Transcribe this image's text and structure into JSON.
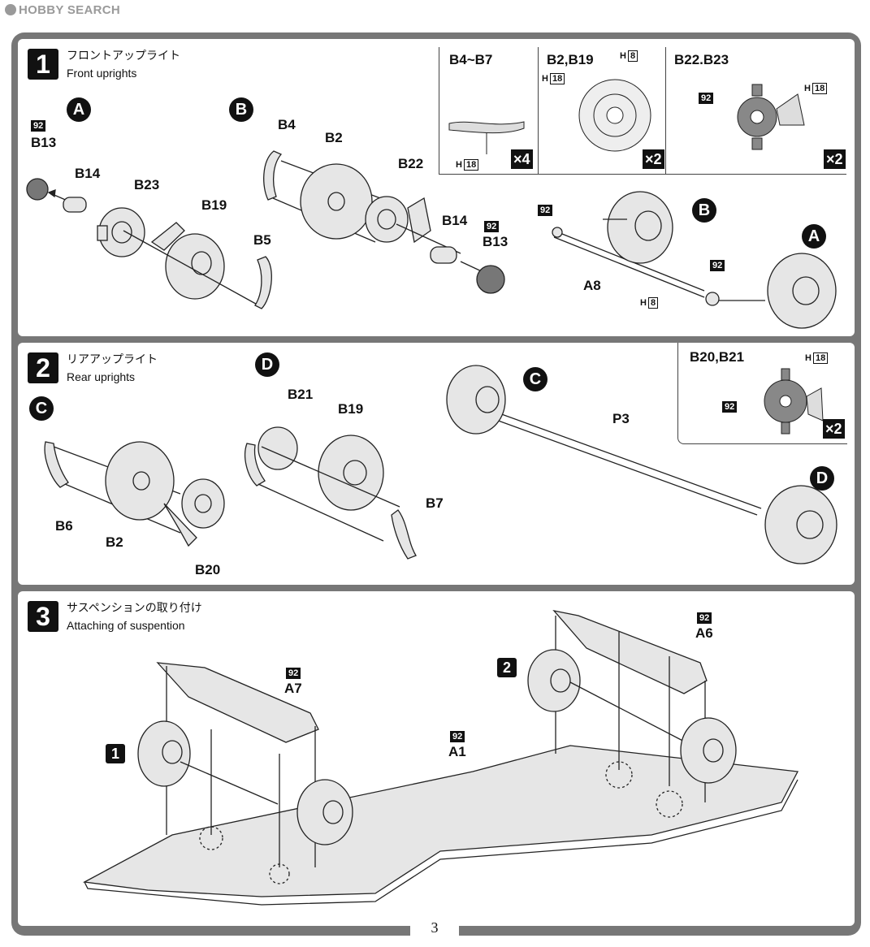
{
  "watermark": "HOBBY SEARCH",
  "page_number": "3",
  "step1": {
    "number": "1",
    "title_jp": "フロントアップライト",
    "title_en": "Front uprights",
    "subassemblies": [
      "A",
      "B"
    ],
    "labels": {
      "b13": "B13",
      "b14": "B14",
      "b23": "B23",
      "b19": "B19",
      "b5": "B5",
      "b4": "B4",
      "b2": "B2",
      "b22": "B22",
      "a8": "A8"
    },
    "paint": "92",
    "hcode_8": "8",
    "hcode_18": "18",
    "detail_b4b7": {
      "title": "B4~B7",
      "h": "18",
      "qty": "×4"
    },
    "detail_b2b19": {
      "title": "B2,B19",
      "h_top": "8",
      "h_left": "18",
      "qty": "×2"
    },
    "detail_b22b23": {
      "title": "B22.B23",
      "paint": "92",
      "h": "18",
      "qty": "×2"
    }
  },
  "step2": {
    "number": "2",
    "title_jp": "リアアップライト",
    "title_en": "Rear uprights",
    "subassemblies": [
      "C",
      "D"
    ],
    "labels": {
      "b6": "B6",
      "b2": "B2",
      "b20": "B20",
      "b21": "B21",
      "b19": "B19",
      "b7": "B7",
      "p3": "P3"
    },
    "detail_b20b21": {
      "title": "B20,B21",
      "h": "18",
      "paint": "92",
      "qty": "×2"
    }
  },
  "step3": {
    "number": "3",
    "title_jp": "サスペンションの取り付け",
    "title_en": "Attaching of suspention",
    "labels": {
      "a7": "A7",
      "a1": "A1",
      "a6": "A6"
    },
    "paint": "92",
    "step_refs": [
      "1",
      "2"
    ]
  },
  "h_prefix": "H"
}
